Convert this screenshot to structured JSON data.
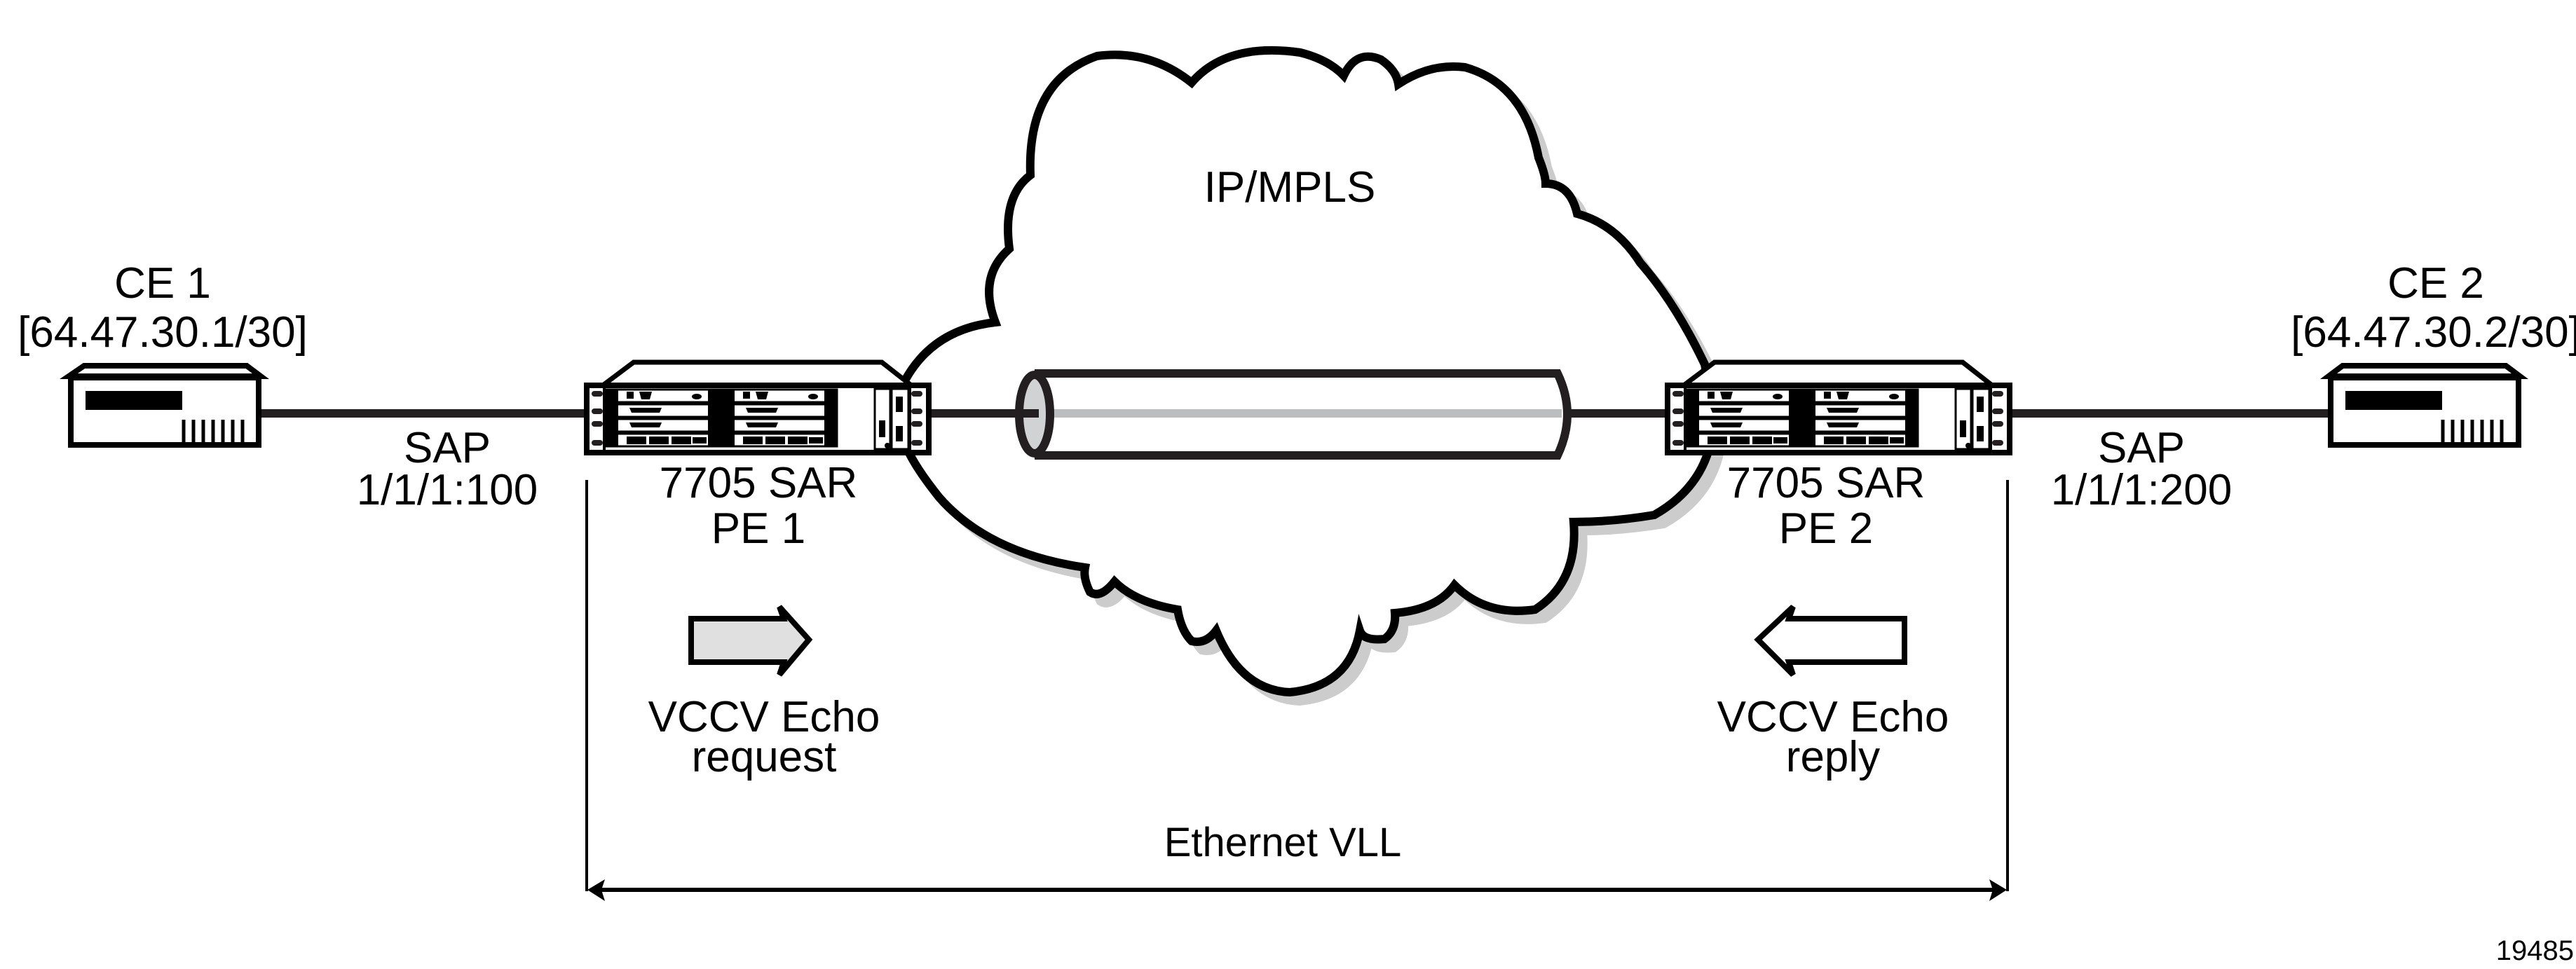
{
  "figure": {
    "figure_number": "19485",
    "colors": {
      "stroke": "#000000",
      "shadow": "#cccccc",
      "tunnel_inner": "#bcbdbf",
      "request_arrow_fill": "#e0e0e0",
      "reply_arrow_fill": "#ffffff"
    }
  },
  "nodes": {
    "ce1": {
      "name": "CE 1",
      "address": "[64.47.30.1/30]"
    },
    "ce2": {
      "name": "CE 2",
      "address": "[64.47.30.2/30]"
    },
    "pe1": {
      "model": "7705 SAR",
      "name": "PE 1"
    },
    "pe2": {
      "model": "7705 SAR",
      "name": "PE 2"
    }
  },
  "links": {
    "sap1": {
      "label": "SAP",
      "id": "1/1/1:100"
    },
    "sap2": {
      "label": "SAP",
      "id": "1/1/1:200"
    }
  },
  "network": {
    "cloud_label": "IP/MPLS"
  },
  "messages": {
    "request": {
      "line1": "VCCV Echo",
      "line2": "request",
      "direction": "right"
    },
    "reply": {
      "line1": "VCCV Echo",
      "line2": "reply",
      "direction": "left"
    }
  },
  "span": {
    "label": "Ethernet VLL"
  }
}
